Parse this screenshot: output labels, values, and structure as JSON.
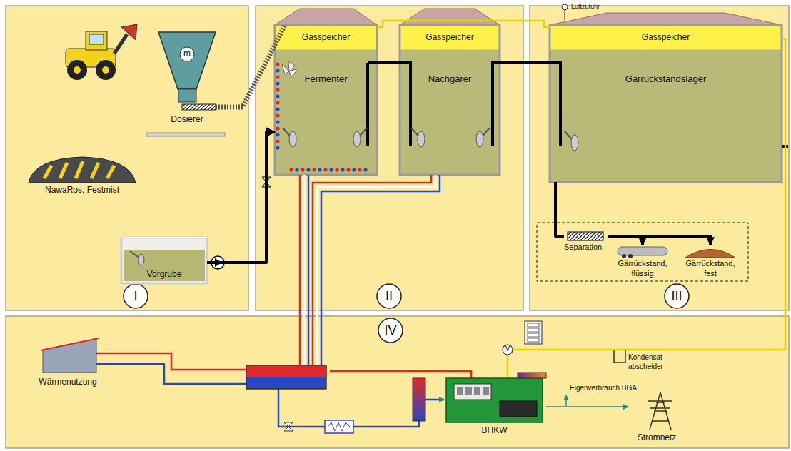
{
  "diagram": {
    "nodes": [
      {
        "text": [
          "I"
        ]
      },
      {
        "text": [
          "m",
          "Dosierer"
        ],
        "in": 0
      },
      {
        "text": [
          "NawaRos, Festmist"
        ],
        "in": 0
      },
      {
        "text": [
          "Vorgrube"
        ],
        "in": 0
      },
      {
        "text": [
          "II"
        ]
      },
      {
        "text": [
          "Gasspeicher",
          "Fermenter"
        ],
        "in": 4
      },
      {
        "text": [
          "Gasspeicher",
          "Nachgärer"
        ],
        "in": 4
      },
      {
        "text": [
          "III"
        ]
      },
      {
        "text": [
          "Gasspeicher",
          "Gärrückstandslager"
        ],
        "in": 7
      },
      {
        "text": [
          "Separation"
        ],
        "in": 7
      },
      {
        "text": [
          "Gärrückstand, flüssig"
        ],
        "in": 7
      },
      {
        "text": [
          "Gärrückstand, fest"
        ],
        "in": 7
      },
      {
        "text": [
          "IV"
        ]
      },
      {
        "text": [
          "Wärmenutzung"
        ],
        "in": 12
      },
      {
        "text": [
          "BHKW"
        ],
        "in": 12
      },
      {
        "text": [
          "Kondensat- abscheider"
        ],
        "in": 12
      },
      {
        "text": [
          "Stromnetz"
        ],
        "in": 12
      },
      {
        "text": [
          "V"
        ],
        "in": 12
      }
    ],
    "edges": [
      {
        "from": 1,
        "to": 5,
        "arrow": "none"
      },
      {
        "from": 3,
        "to": 5,
        "arrow": "to"
      },
      {
        "from": 5,
        "to": 6,
        "arrow": "none"
      },
      {
        "from": 6,
        "to": 8,
        "arrow": "none"
      },
      {
        "from": 5,
        "to": 8,
        "arrow": "none"
      },
      {
        "from": 8,
        "to": 9,
        "arrow": "none"
      },
      {
        "from": 9,
        "to": 10,
        "arrow": "to"
      },
      {
        "from": 9,
        "to": 11,
        "arrow": "to"
      },
      {
        "from": 8,
        "to": 17,
        "arrow": "none"
      },
      {
        "from": 17,
        "to": 14,
        "arrow": "none"
      },
      {
        "from": 14,
        "to": 16,
        "arrow": "to"
      }
    ],
    "labels": [
      "Luftzufuhr",
      "Eigenverbrauch BGA"
    ]
  }
}
